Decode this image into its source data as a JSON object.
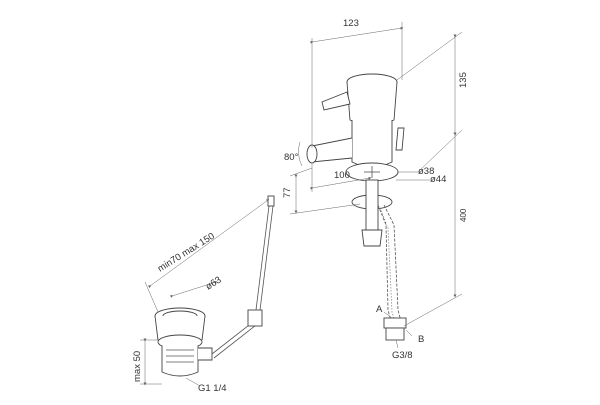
{
  "dimensions": {
    "spout_reach": "123",
    "height_top": "135",
    "spout_angle": "80°",
    "spout_len": "100",
    "d1": "ø38",
    "d2": "ø44",
    "spout_drop": "77",
    "total_height": "400",
    "drain_range": "min70 max 150",
    "drain_diam": "ø63",
    "drain_max": "max 50",
    "thread_drain": "G1 1/4",
    "label_a": "A",
    "label_b": "B",
    "thread_hose": "G3/8"
  }
}
